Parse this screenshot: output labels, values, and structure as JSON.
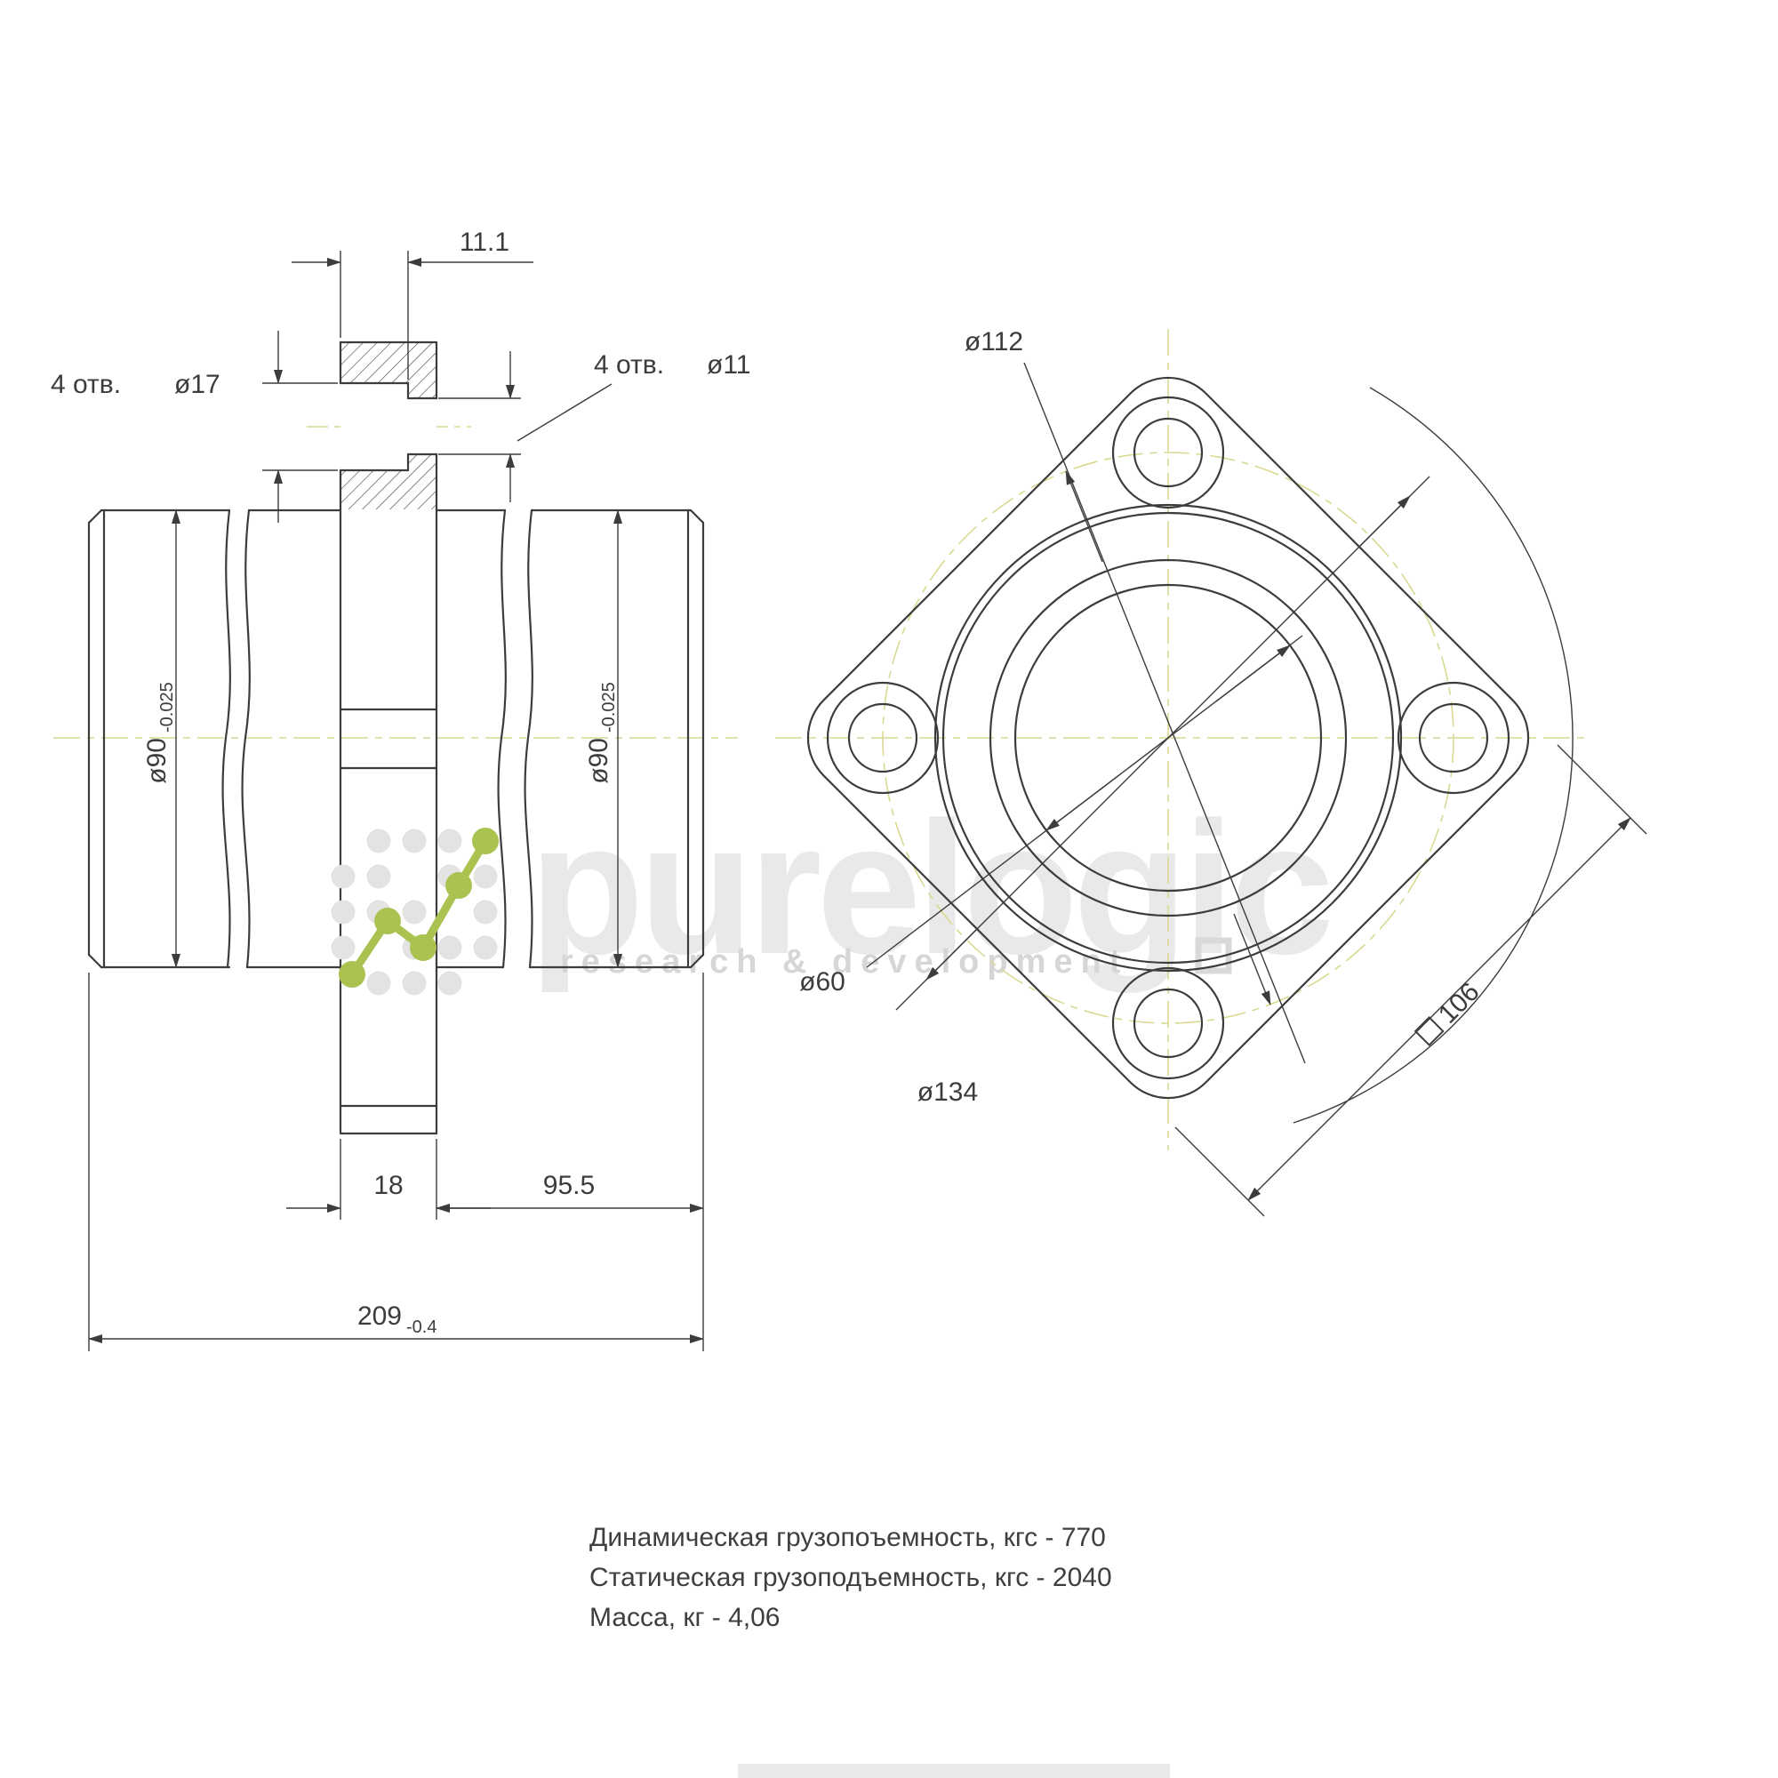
{
  "side_view": {
    "dim_11_1": "11.1",
    "holes17_count": "4 отв.",
    "holes17_dia": "ø17",
    "holes11_count": "4 отв.",
    "holes11_dia": "ø11",
    "dia90_left": "ø90",
    "dia90_left_tol": "-0.025",
    "dia90_right": "ø90",
    "dia90_right_tol": "-0.025",
    "dim_18": "18",
    "dim_95_5": "95.5",
    "dim_209": "209",
    "dim_209_tol": "-0.4"
  },
  "front_view": {
    "bolt_circle_dia": "ø112",
    "bore_dia": "ø60",
    "corner_circle_dia": "ø134",
    "square_symbol": "□",
    "square_size": "106"
  },
  "specs": [
    "Динамическая грузопоъемность, кгс - 770",
    "Статическая грузоподъемность, кгс - 2040",
    "Масса, кг - 4,06"
  ],
  "watermark": {
    "name": "purelogic",
    "tagline": "research & development"
  },
  "colors": {
    "line": "#3c3c3c",
    "centerline": "#d9d992",
    "logo_green": "#aac24f",
    "watermark_gray": "#e9e9e9"
  }
}
